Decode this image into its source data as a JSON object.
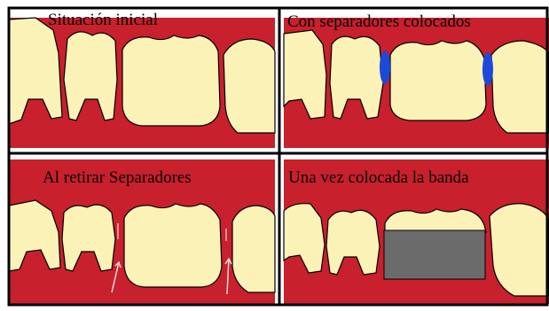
{
  "panels": [
    {
      "title": "Situación inicial"
    },
    {
      "title": "Con separadores colocados"
    },
    {
      "title": "Al retirar Separadores"
    },
    {
      "title": "Una vez colocada la banda"
    }
  ],
  "colors": {
    "gum": "#c8202c",
    "tooth": "#fbf2b8",
    "outline": "#000000",
    "separator": "#1d49d8",
    "band": "#6b6b6b",
    "arrow": "#f4d9dc",
    "border": "#000000"
  }
}
